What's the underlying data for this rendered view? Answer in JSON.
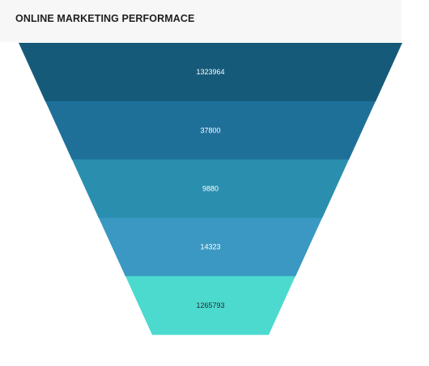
{
  "chart_data": {
    "type": "funnel",
    "title": "ONLINE MARKETING PERFORMACE",
    "values": [
      1323964,
      37800,
      9880,
      14323,
      1265793
    ],
    "labels": [
      "1323964",
      "37800",
      "9880",
      "14323",
      "1265793"
    ],
    "colors": [
      "#165a7a",
      "#1f7099",
      "#2a8fae",
      "#3b98c2",
      "#4cdacf"
    ],
    "legend": "none",
    "grid": false
  }
}
